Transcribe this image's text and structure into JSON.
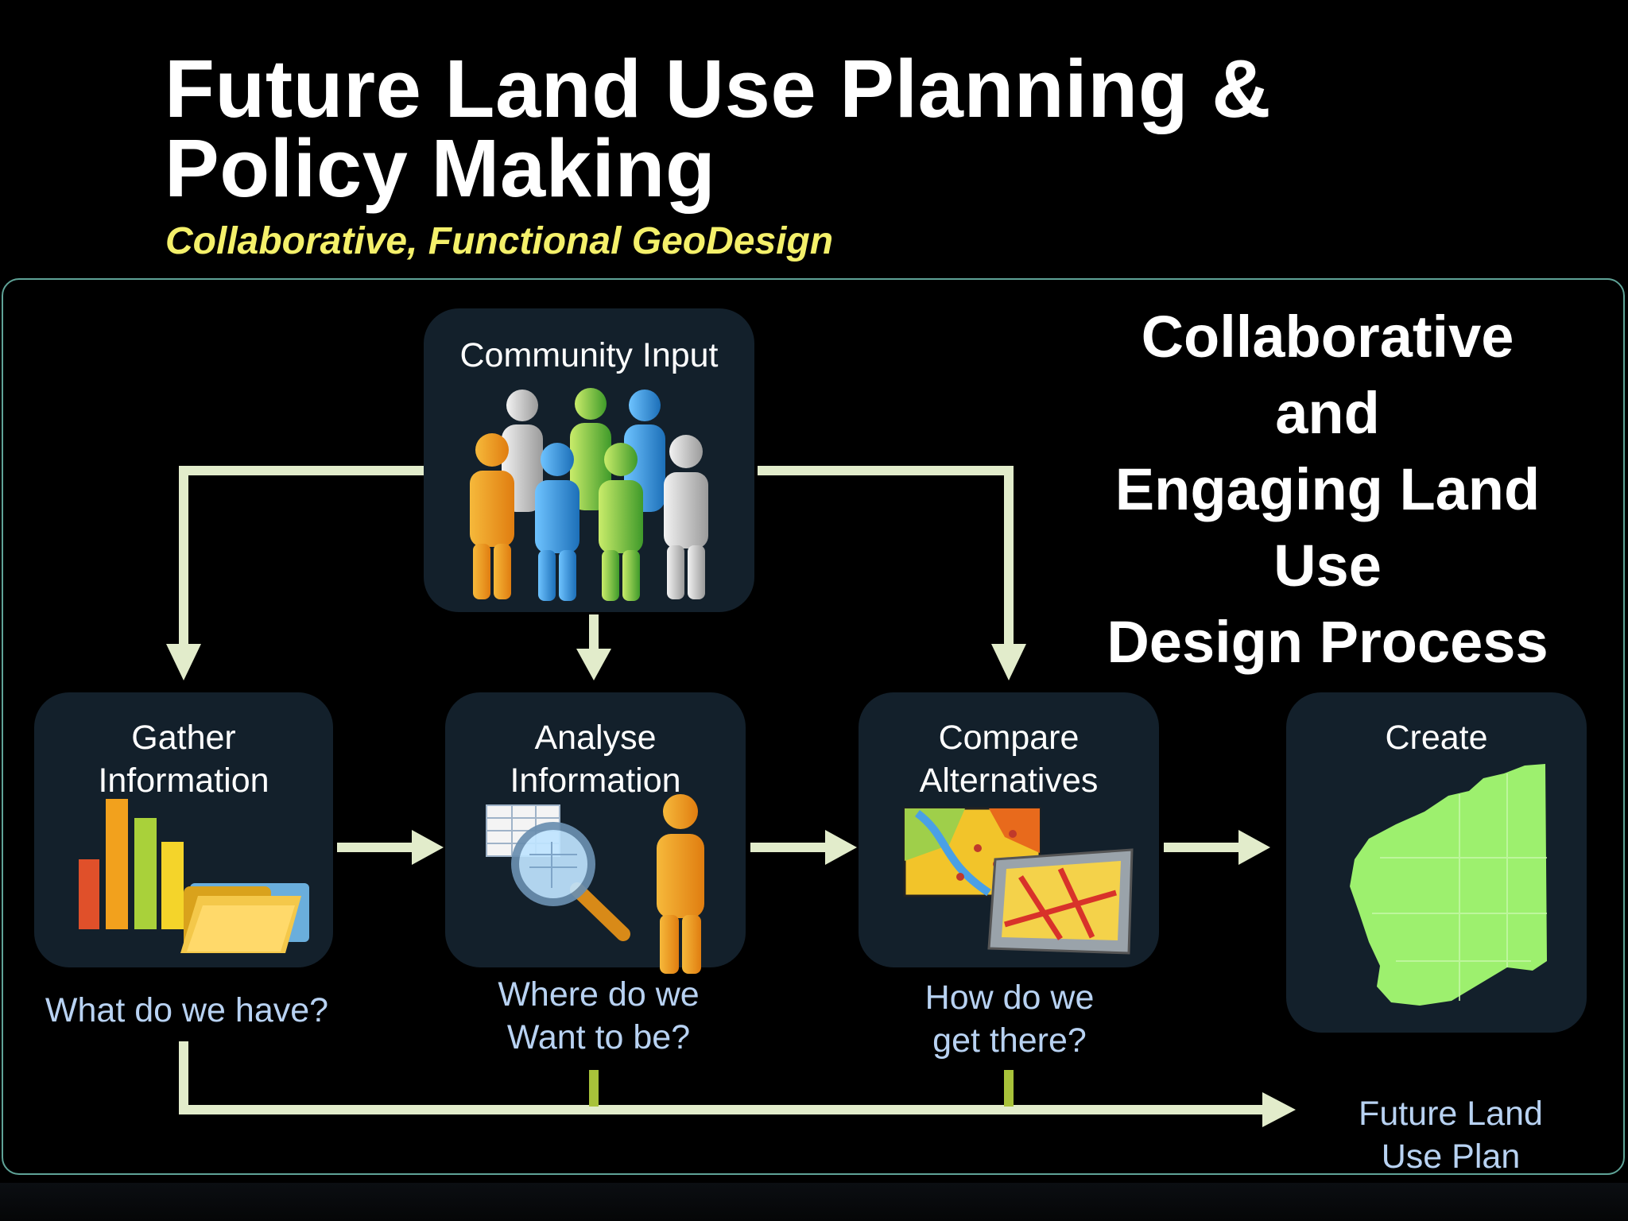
{
  "slide": {
    "title_line1": "Future Land Use Planning &",
    "title_line2": "Policy Making",
    "subtitle": "Collaborative, Functional GeoDesign",
    "side_title": [
      "Collaborative",
      "and",
      "Engaging Land",
      "Use",
      "Design Process"
    ]
  },
  "diagram": {
    "community": {
      "label": "Community Input",
      "icon": "people-group-icon"
    },
    "gather": {
      "label_line1": "Gather",
      "label_line2": "Information",
      "question": "What do we have?",
      "icon": "bar-chart-folder-icon"
    },
    "analyse": {
      "label_line1": "Analyse",
      "label_line2": "Information",
      "question_line1": "Where do we",
      "question_line2": "Want to be?",
      "icon": "magnifier-table-person-icon"
    },
    "compare": {
      "label_line1": "Compare",
      "label_line2": "Alternatives",
      "question_line1": "How do we",
      "question_line2": "get there?",
      "icon": "maps-screen-icon"
    },
    "create": {
      "label": "Create",
      "icon": "western-australia-map-icon"
    },
    "output": {
      "line1": "Future Land",
      "line2": "Use Plan"
    }
  },
  "colors": {
    "background": "#000000",
    "box_fill": "#13202b",
    "arrow": "#e2eccb",
    "connector_green": "#a8c23a",
    "frame_border": "#5fa397",
    "subtitle": "#f4f06a",
    "question_text": "#b8d2f2",
    "map_green": "#9df06e"
  }
}
